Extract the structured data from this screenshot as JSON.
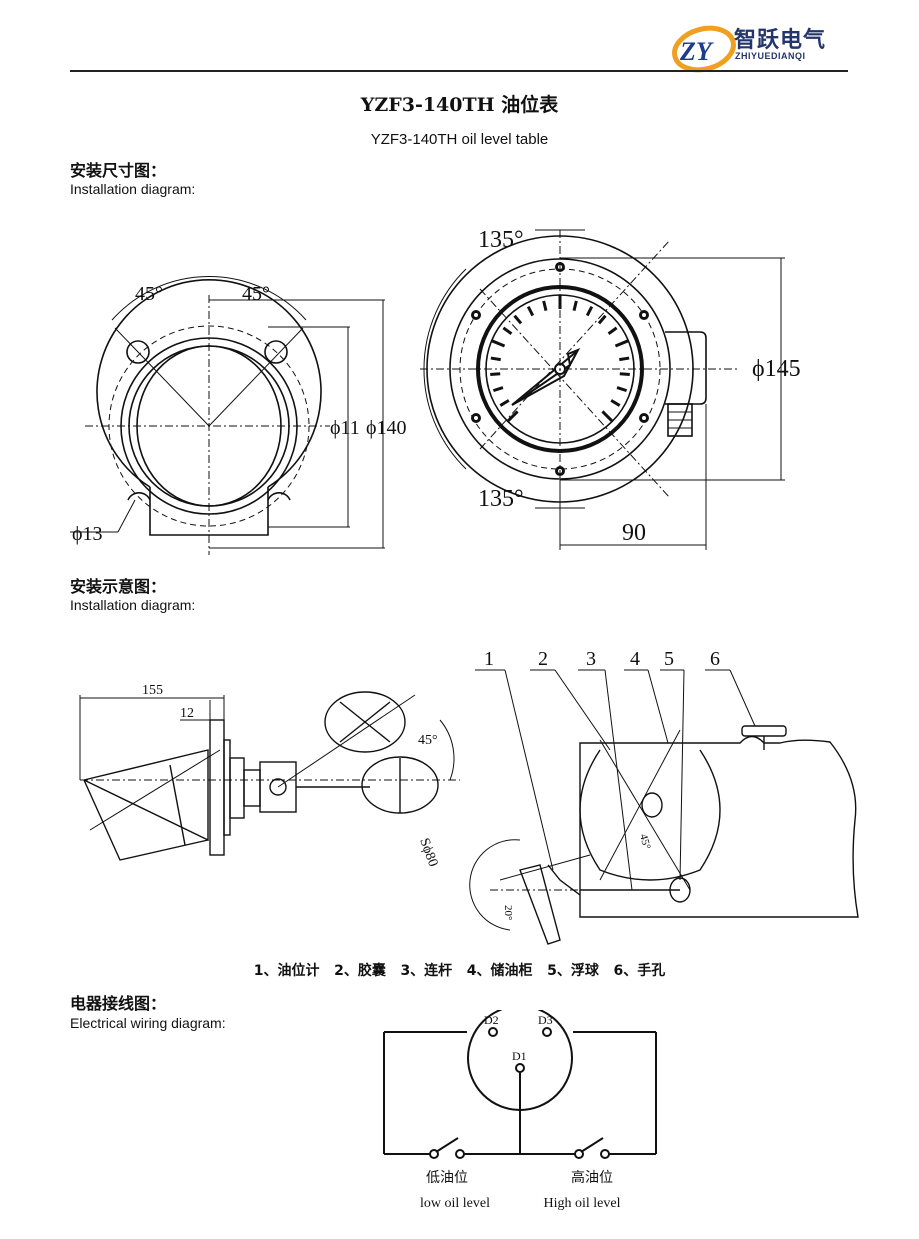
{
  "header": {
    "brand_cn": "智跃电气",
    "brand_en": "ZHIYUEDIANQI"
  },
  "title": {
    "cn": "YZF3-140TH 油位表",
    "en": "YZF3-140TH oil level table"
  },
  "section1": {
    "cn": "安装尺寸图：",
    "en": "Installation diagram:"
  },
  "section2": {
    "cn": "安装示意图：",
    "en": "Installation diagram:"
  },
  "section3": {
    "cn": "电器接线图：",
    "en": "Electrical wiring diagram:"
  },
  "dimensions": {
    "left_angle_a": "45°",
    "left_angle_b": "45°",
    "d1": "ϕ11",
    "d2": "ϕ140",
    "hole": "ϕ13",
    "right_angle_top": "135°",
    "right_angle_bottom": "135°",
    "d3": "ϕ145",
    "width": "90"
  },
  "install": {
    "len155": "155",
    "len12": "12",
    "angle45": "45°",
    "ball": "Sϕ80",
    "angle45b": "45°",
    "angle20": "20°",
    "labels": [
      "1",
      "2",
      "3",
      "4",
      "5",
      "6"
    ],
    "legend": "1、油位计   2、胶囊   3、连杆   4、储油柜   5、浮球   6、手孔"
  },
  "wiring": {
    "d1": "D1",
    "d2": "D2",
    "d3": "D3",
    "low_cn": "低油位",
    "low_en": "low oil level",
    "high_cn": "高油位",
    "high_en": "High oil level"
  }
}
